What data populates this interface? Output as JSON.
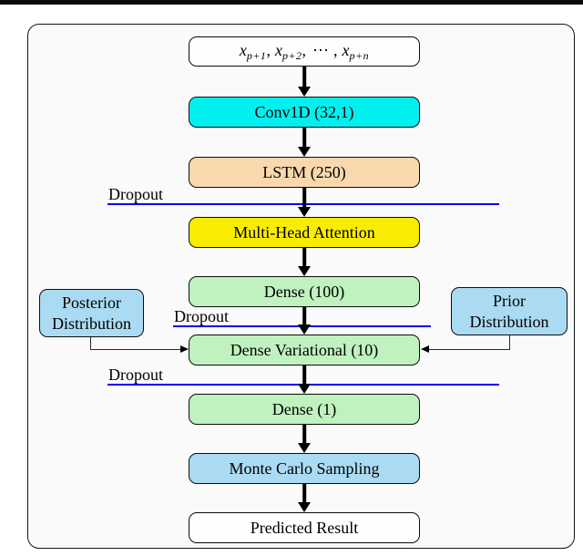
{
  "figure": {
    "type": "neural-network-architecture-flowchart"
  },
  "input": {
    "x": "x",
    "sub1": "p+1",
    "sub2": "p+2",
    "subn": "p+n",
    "comma": ",",
    "dots": "⋯"
  },
  "layers": {
    "conv": "Conv1D (32,1)",
    "lstm": "LSTM (250)",
    "mha": "Multi-Head Attention",
    "dense100": "Dense (100)",
    "densevar": "Dense Variational (10)",
    "dense1": "Dense (1)",
    "montecarlo": "Monte Carlo Sampling",
    "result": "Predicted Result"
  },
  "side_boxes": {
    "posterior": {
      "line1": "Posterior",
      "line2": "Distribution"
    },
    "prior": {
      "line1": "Prior",
      "line2": "Distribution"
    }
  },
  "dropout": {
    "label": "Dropout"
  },
  "colors": {
    "white": "#fefefe",
    "cyan": "#00f0f0",
    "peach": "#fad8ae",
    "yellow": "#f8ec00",
    "green": "#bff2bf",
    "lightblue": "#abdbf2",
    "dropout_blue": "#0000f0"
  }
}
